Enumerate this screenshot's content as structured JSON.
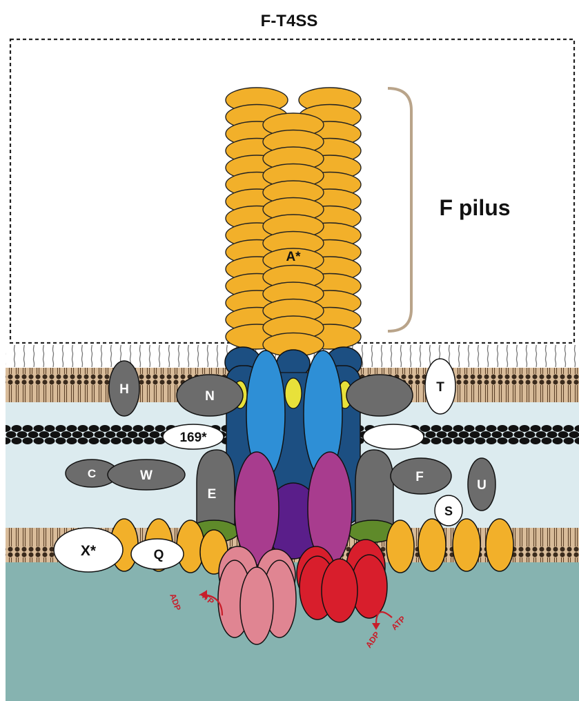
{
  "title": "F-T4SS",
  "pilus_label": "F pilus",
  "components": {
    "A": "A*",
    "H": "H",
    "N": "N",
    "T": "T",
    "p169": "169*",
    "C": "C",
    "W": "W",
    "E": "E",
    "F": "F",
    "U": "U",
    "S": "S",
    "X": "X*",
    "Q": "Q"
  },
  "nucleotides": {
    "left_adp": "ADP",
    "left_atp": "ATP",
    "right_adp": "ADP",
    "right_atp": "ATP"
  },
  "colors": {
    "pilin": "#f2b02a",
    "gray": "#6c6c6c",
    "blue_light": "#2e8fd6",
    "blue_dark": "#1c4f82",
    "yellow": "#e8e13a",
    "magenta": "#a83c8e",
    "purple": "#5a1e8a",
    "green": "#5f8a2a",
    "pink": "#e08592",
    "red": "#d81e2c",
    "periplasm": "#dcebef",
    "cytoplasm": "#86b3b0",
    "membrane_tan": "#d9bc9a",
    "bracket": "#b9a48a",
    "arrow_red": "#c81e2a"
  }
}
